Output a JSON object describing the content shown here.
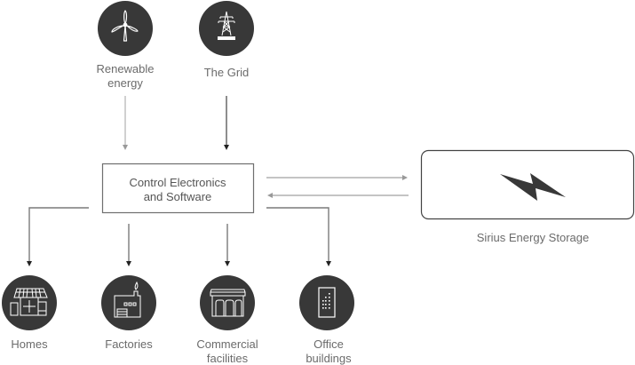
{
  "colors": {
    "circle": "#383838",
    "icon_stroke": "#ffffff",
    "text": "#6b6b6b",
    "line_dark": "#7a7a7a",
    "line_light": "#b0b0b0",
    "bolt": "#383838"
  },
  "sources": [
    {
      "id": "renewable",
      "icon": "wind-turbine-icon",
      "label_lines": [
        "Renewable",
        "energy"
      ]
    },
    {
      "id": "grid",
      "icon": "power-pylon-icon",
      "label_lines": [
        "The Grid"
      ]
    }
  ],
  "controller": {
    "label_lines": [
      "Control Electronics",
      "and Software"
    ]
  },
  "storage": {
    "icon": "lightning-bolt-icon",
    "label": "Sirius Energy Storage"
  },
  "consumers": [
    {
      "id": "homes",
      "icon": "house-solar-icon",
      "label_lines": [
        "Homes"
      ]
    },
    {
      "id": "factories",
      "icon": "factory-icon",
      "label_lines": [
        "Factories"
      ]
    },
    {
      "id": "commercial",
      "icon": "storefront-icon",
      "label_lines": [
        "Commercial",
        "facilities"
      ]
    },
    {
      "id": "office",
      "icon": "office-building-icon",
      "label_lines": [
        "Office",
        "buildings"
      ]
    }
  ]
}
